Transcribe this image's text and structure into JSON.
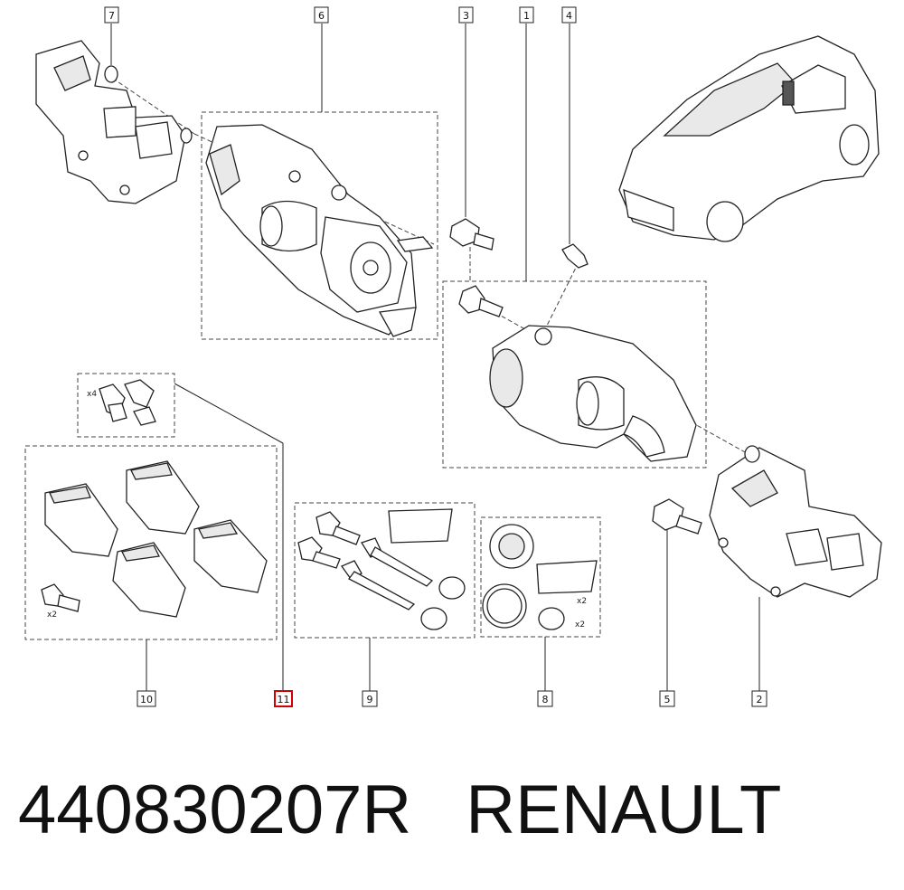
{
  "callouts": [
    {
      "id": "1",
      "label": "1",
      "highlight": false
    },
    {
      "id": "2",
      "label": "2",
      "highlight": false
    },
    {
      "id": "3",
      "label": "3",
      "highlight": false
    },
    {
      "id": "4",
      "label": "4",
      "highlight": false
    },
    {
      "id": "5",
      "label": "5",
      "highlight": false
    },
    {
      "id": "6",
      "label": "6",
      "highlight": false
    },
    {
      "id": "7",
      "label": "7",
      "highlight": false
    },
    {
      "id": "8",
      "label": "8",
      "highlight": false
    },
    {
      "id": "9",
      "label": "9",
      "highlight": false
    },
    {
      "id": "10",
      "label": "10",
      "highlight": false
    },
    {
      "id": "11",
      "label": "11",
      "highlight": true
    }
  ],
  "quantities": {
    "clips_x4": "x4",
    "pad_bolts_x2": "x2",
    "seal_kit_x2_a": "x2",
    "seal_kit_x2_b": "x2"
  },
  "caption": {
    "part_number": "440830207R",
    "brand": "RENAULT"
  }
}
